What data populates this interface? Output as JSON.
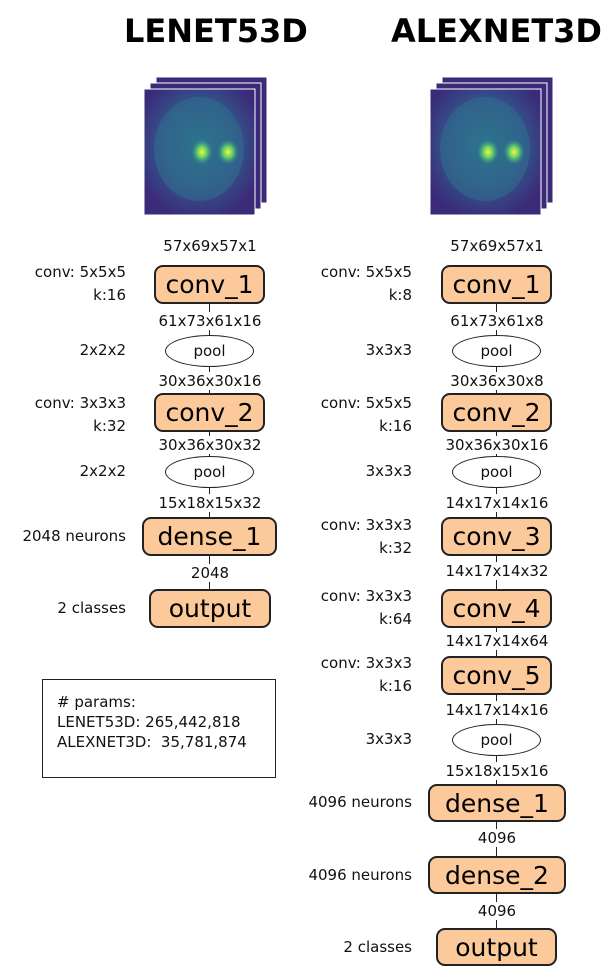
{
  "titles": {
    "left": "LENET53D",
    "right": "ALEXNET3D"
  },
  "params_box": {
    "heading": "# params:",
    "line1": "LENET53D: 265,442,818",
    "line2": "ALEXNET3D:  35,781,874"
  },
  "lenet": {
    "input_dim": "57x69x57x1",
    "conv1": {
      "label": "conv_1",
      "side": "conv: 5x5x5\nk:16",
      "out": "61x73x61x16"
    },
    "pool1": {
      "label": "pool",
      "side": "2x2x2",
      "out": "30x36x30x16"
    },
    "conv2": {
      "label": "conv_2",
      "side": "conv: 3x3x3\nk:32",
      "out": "30x36x30x32"
    },
    "pool2": {
      "label": "pool",
      "side": "2x2x2",
      "out": "15x18x15x32"
    },
    "dense1": {
      "label": "dense_1",
      "side": "2048 neurons",
      "out": "2048"
    },
    "output": {
      "label": "output",
      "side": "2 classes"
    }
  },
  "alexnet": {
    "input_dim": "57x69x57x1",
    "conv1": {
      "label": "conv_1",
      "side": "conv: 5x5x5\nk:8",
      "out": "61x73x61x8"
    },
    "pool1": {
      "label": "pool",
      "side": "3x3x3",
      "out": "30x36x30x8"
    },
    "conv2": {
      "label": "conv_2",
      "side": "conv: 5x5x5\nk:16",
      "out": "30x36x30x16"
    },
    "pool2": {
      "label": "pool",
      "side": "3x3x3",
      "out": "14x17x14x16"
    },
    "conv3": {
      "label": "conv_3",
      "side": "conv: 3x3x3\nk:32",
      "out": "14x17x14x32"
    },
    "conv4": {
      "label": "conv_4",
      "side": "conv: 3x3x3\nk:64",
      "out": "14x17x14x64"
    },
    "conv5": {
      "label": "conv_5",
      "side": "conv: 3x3x3\nk:16",
      "out": "14x17x14x16"
    },
    "pool3": {
      "label": "pool",
      "side": "3x3x3",
      "out": "15x18x15x16"
    },
    "dense1": {
      "label": "dense_1",
      "side": "4096 neurons",
      "out": "4096"
    },
    "dense2": {
      "label": "dense_2",
      "side": "4096 neurons",
      "out": "4096"
    },
    "output": {
      "label": "output",
      "side": "2 classes"
    }
  },
  "colors": {
    "layer_fill": "#fcc99a",
    "border": "#222222",
    "brain_bg": "#3b2a78"
  }
}
